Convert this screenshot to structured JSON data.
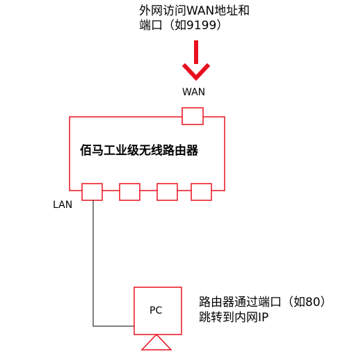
{
  "colors": {
    "box_border": "#e8101e",
    "arrow": "#e8101e",
    "wire": "#000000",
    "text": "#000000"
  },
  "annotations": {
    "wan_access_line1": "外网访问WAN地址和",
    "wan_access_line2": "端口（如9199）",
    "router_forward_line1": "路由器通过端口（如80）",
    "router_forward_line2": "跳转到内网IP"
  },
  "router": {
    "label": "佰马工业级无线路由器",
    "wan_label": "WAN",
    "lan_label": "LAN"
  },
  "pc": {
    "label": "PC"
  }
}
